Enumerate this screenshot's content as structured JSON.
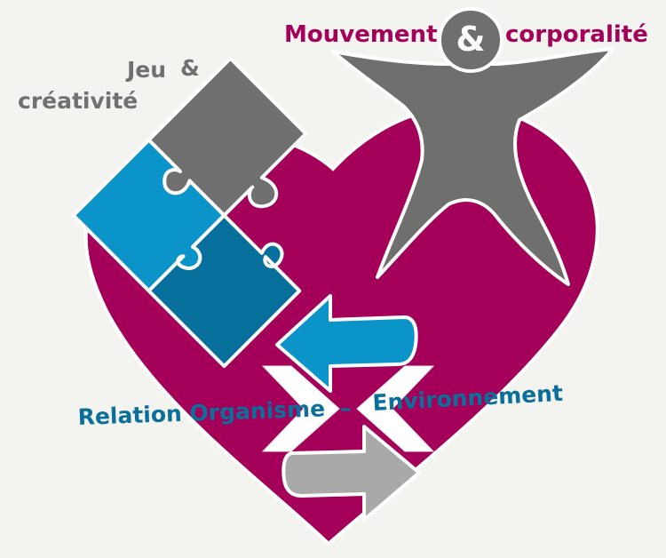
{
  "colors": {
    "background": "#f3f3ef",
    "heart": "#a4005a",
    "gray": "#6f6f6d",
    "light_gray": "#a9a9a9",
    "blue": "#0a94c9",
    "dark_blue": "#066f9b",
    "text_gray": "#707070",
    "text_magenta": "#a4005a",
    "text_blue": "#0a6f9a"
  },
  "labels": {
    "mouvement": "Mouvement",
    "ampersand_main": "&",
    "corporalite": "corporalité",
    "jeu": "Jeu",
    "ampersand_jeu": "&",
    "creativite": "créativité",
    "relation_organisme": "Relation Organisme",
    "dash": "–",
    "environnement": "Environnement"
  },
  "icons": {
    "heart": "heart-shape",
    "puzzle": "puzzle-pieces-icon",
    "person": "star-person-icon",
    "arrow_left": "arrow-left-icon",
    "arrow_right": "arrow-right-icon",
    "chevrons": "inward-chevrons-icon"
  }
}
